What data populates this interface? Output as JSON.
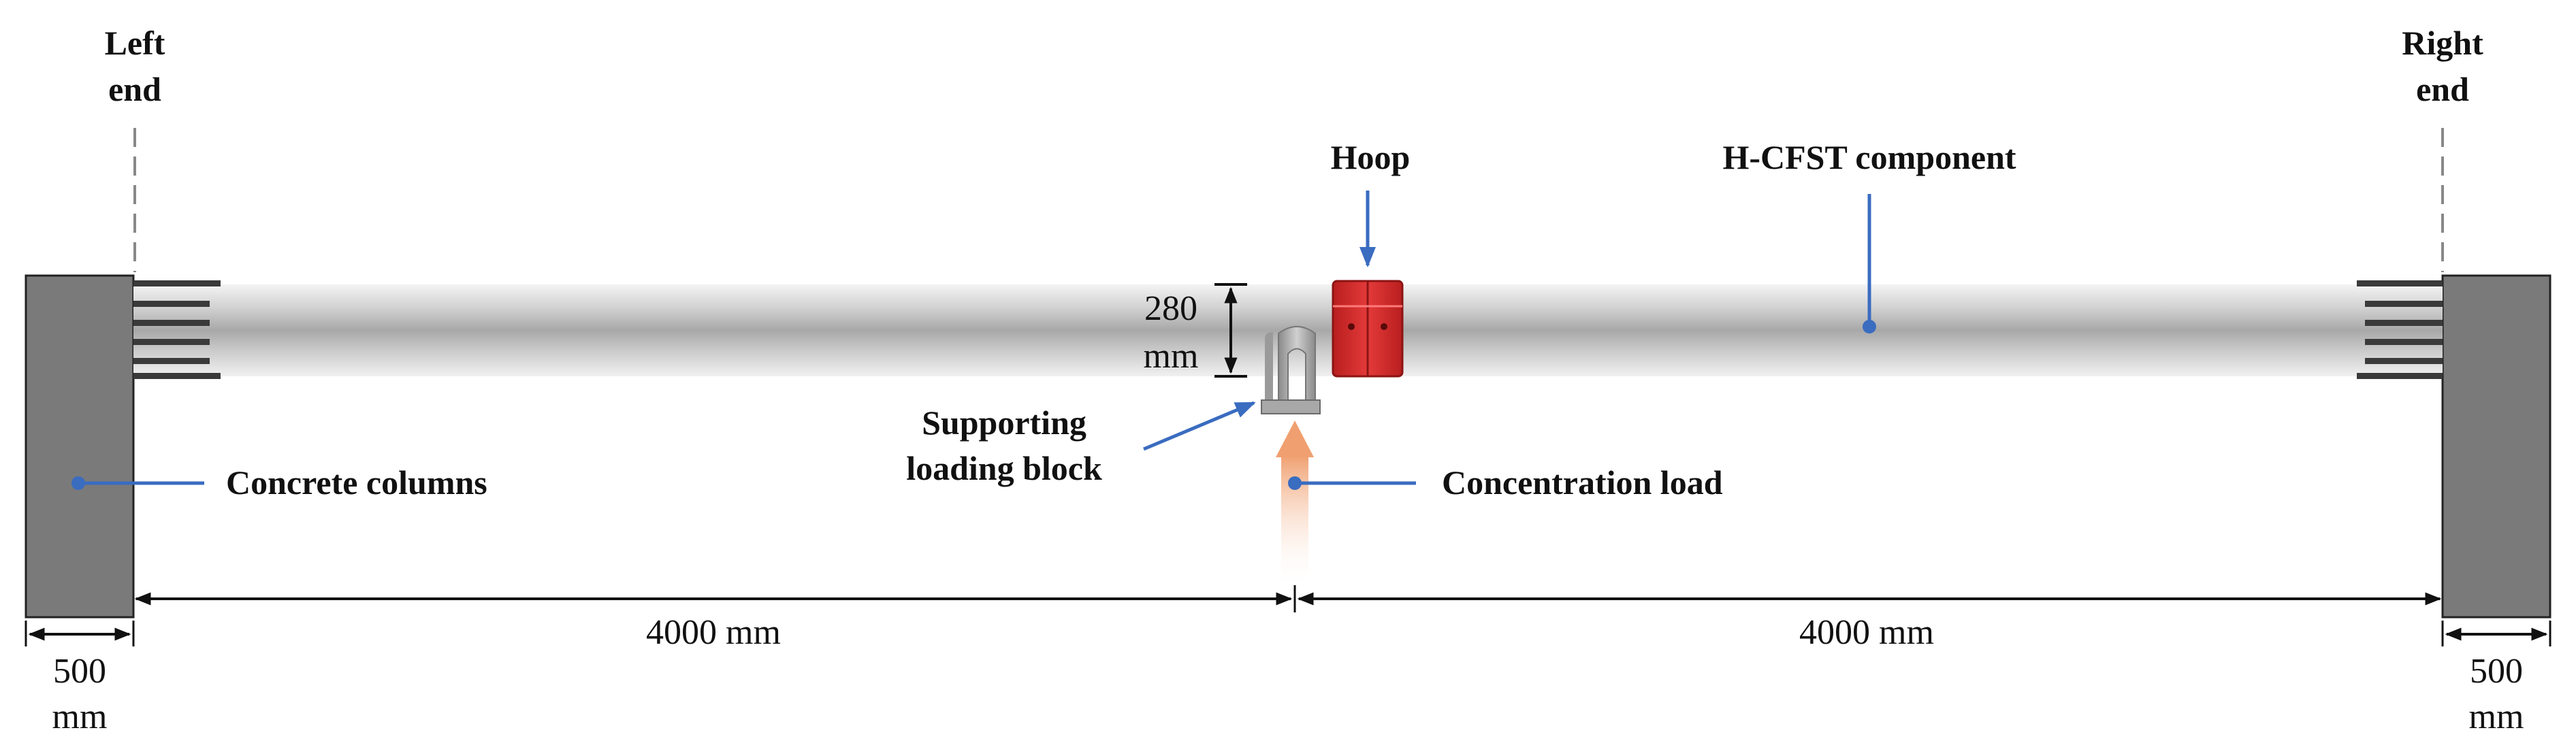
{
  "labels": {
    "left_end_line1": "Left",
    "left_end_line2": "end",
    "right_end_line1": "Right",
    "right_end_line2": "end",
    "hoop": "Hoop",
    "component": "H-CFST component",
    "height_value": "280",
    "height_unit": "mm",
    "block_line1": "Supporting",
    "block_line2": "loading block",
    "columns": "Concrete columns",
    "load": "Concentration load",
    "span_left": "4000 mm",
    "span_right": "4000 mm",
    "col_left_value": "500",
    "col_left_unit": "mm",
    "col_right_value": "500",
    "col_right_unit": "mm"
  },
  "colors": {
    "leader": "#3a6cc0",
    "column": "#7a7a7a",
    "hoop": "#d62a2a",
    "load_arrow": "#f0a070",
    "dimension": "#111111"
  }
}
